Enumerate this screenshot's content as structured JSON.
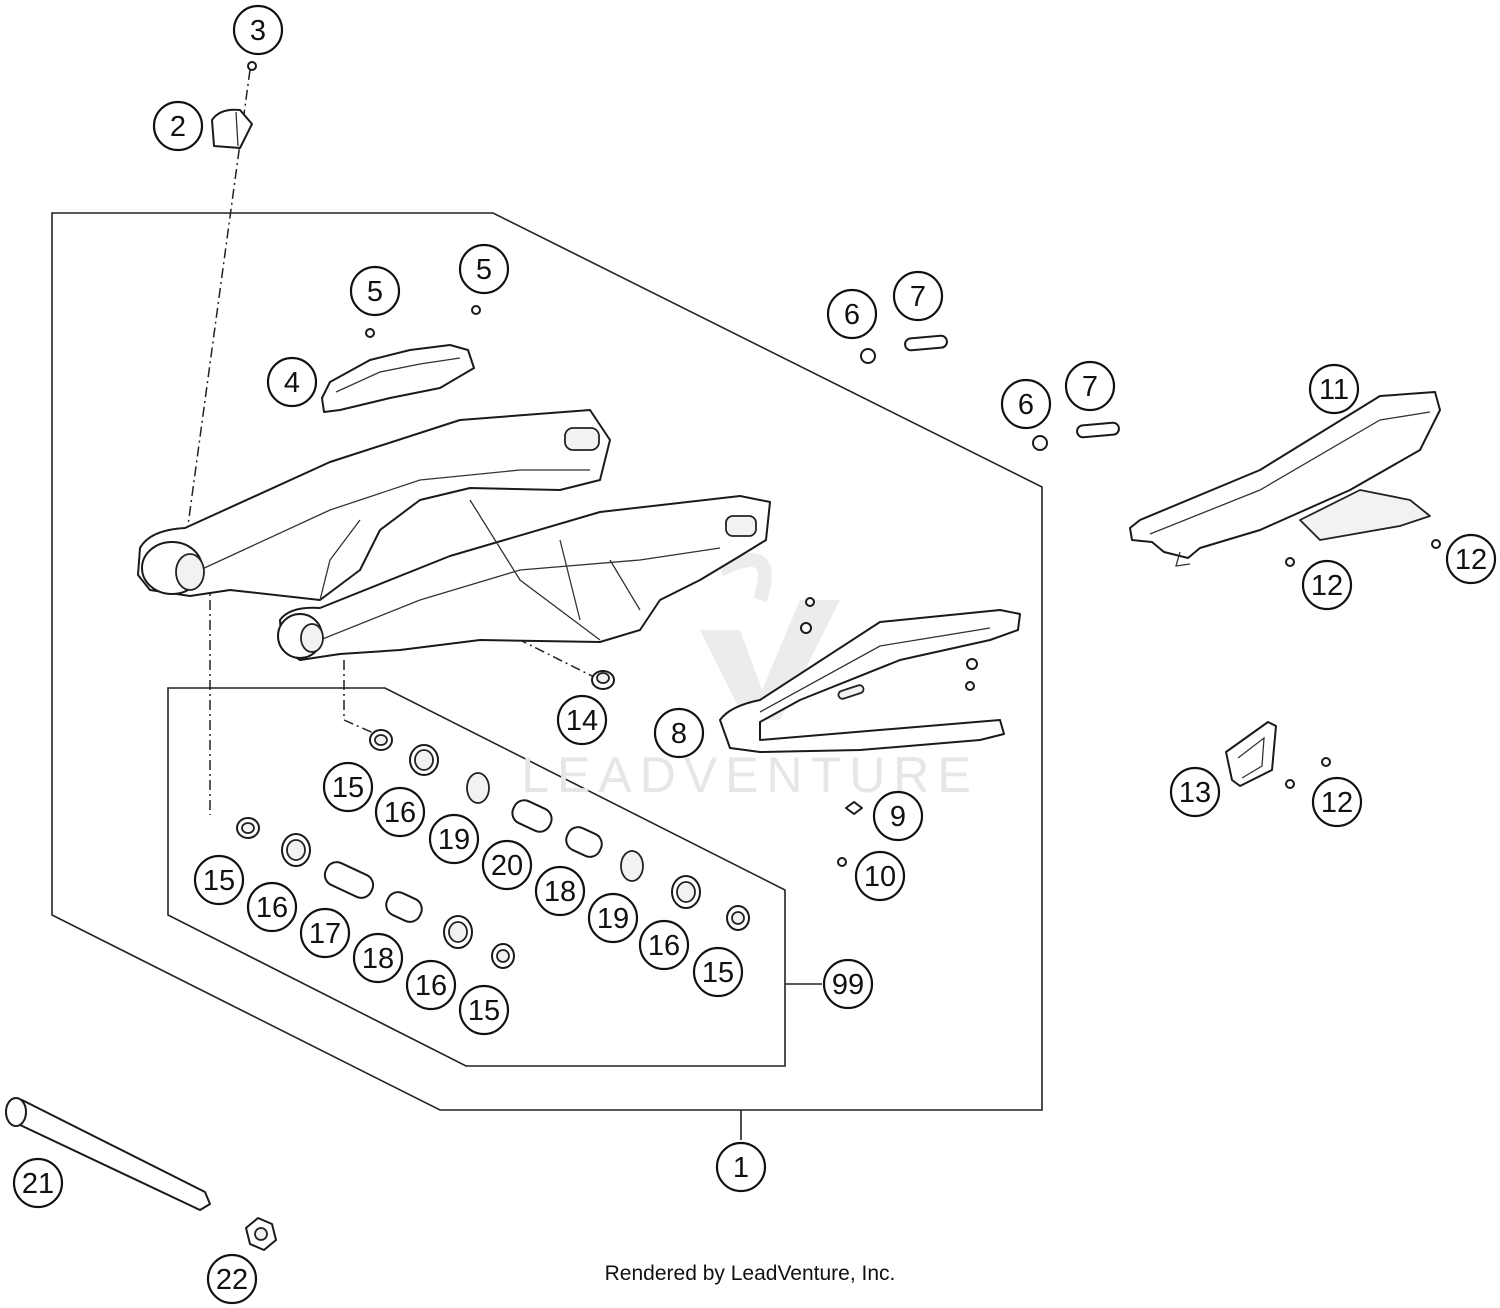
{
  "watermark": "LEADVENTURE",
  "footer": "Rendered by LeadVenture, Inc.",
  "callouts": [
    {
      "label": "1"
    },
    {
      "label": "2"
    },
    {
      "label": "3"
    },
    {
      "label": "4"
    },
    {
      "label": "5"
    },
    {
      "label": "5"
    },
    {
      "label": "6"
    },
    {
      "label": "7"
    },
    {
      "label": "6"
    },
    {
      "label": "7"
    },
    {
      "label": "8"
    },
    {
      "label": "9"
    },
    {
      "label": "10"
    },
    {
      "label": "11"
    },
    {
      "label": "12"
    },
    {
      "label": "12"
    },
    {
      "label": "12"
    },
    {
      "label": "13"
    },
    {
      "label": "14"
    },
    {
      "label": "15"
    },
    {
      "label": "16"
    },
    {
      "label": "19"
    },
    {
      "label": "20"
    },
    {
      "label": "18"
    },
    {
      "label": "19"
    },
    {
      "label": "16"
    },
    {
      "label": "15"
    },
    {
      "label": "15"
    },
    {
      "label": "16"
    },
    {
      "label": "17"
    },
    {
      "label": "18"
    },
    {
      "label": "16"
    },
    {
      "label": "15"
    },
    {
      "label": "99"
    },
    {
      "label": "21"
    },
    {
      "label": "22"
    }
  ]
}
